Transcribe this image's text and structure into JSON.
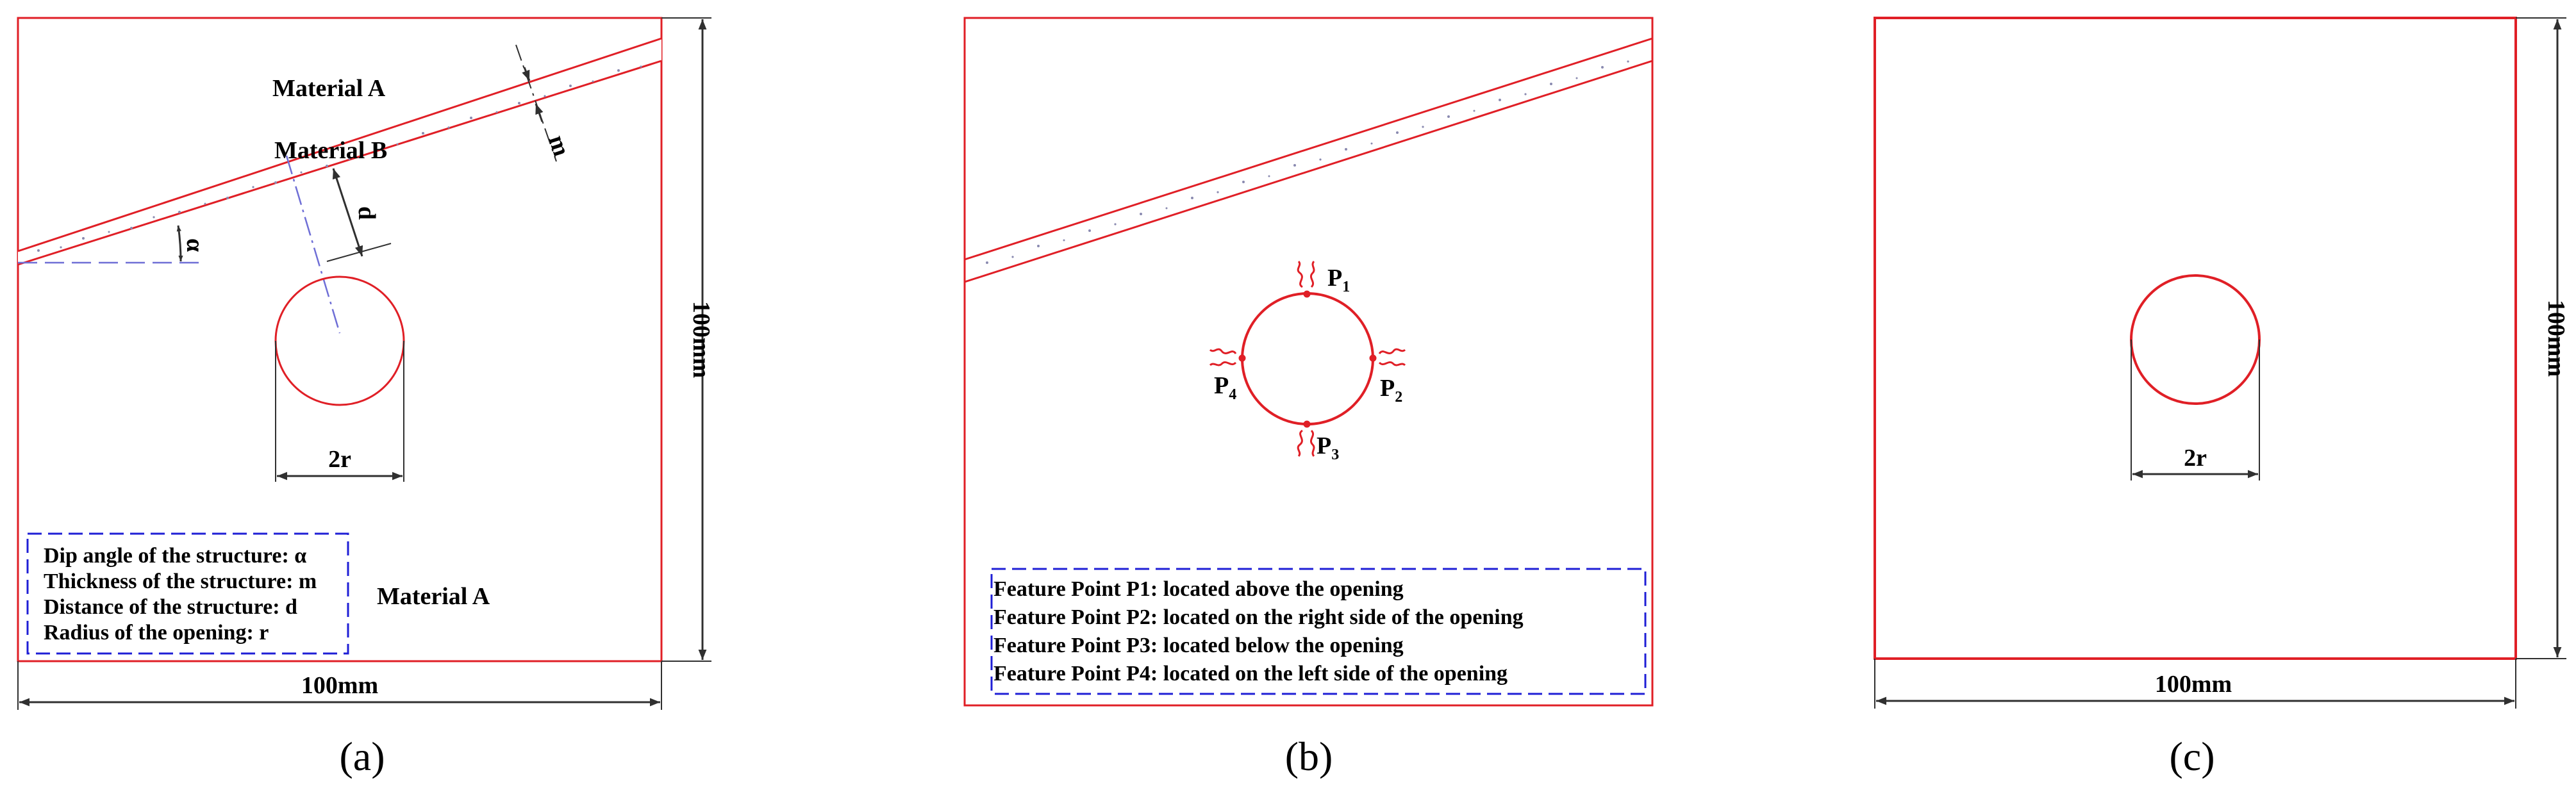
{
  "colors": {
    "boundary": "#e01f26",
    "dimension": "#303030",
    "legend_box": "#1f1fd6",
    "guide": "#6f6fd6",
    "text": "#000000"
  },
  "panel_a": {
    "caption": "(a)",
    "material_a_top": "Material A",
    "material_b": "Material B",
    "material_a_bottom": "Material A",
    "label_m": "m",
    "label_d": "d",
    "label_alpha": "α",
    "label_2r": "2r",
    "width_label": "100mm",
    "height_label": "100mm",
    "legend": [
      "Dip angle of the structure: α",
      "Thickness of the structure: m",
      "Distance of the structure: d",
      "Radius of the opening: r"
    ]
  },
  "panel_b": {
    "caption": "(b)",
    "points": [
      {
        "letter": "P",
        "index": "1"
      },
      {
        "letter": "P",
        "index": "2"
      },
      {
        "letter": "P",
        "index": "3"
      },
      {
        "letter": "P",
        "index": "4"
      }
    ],
    "legend": [
      "Feature Point P1: located above the opening",
      "Feature Point P2: located on the right side of the opening",
      "Feature Point P3: located below the opening",
      "Feature Point P4: located on the left side of the opening"
    ]
  },
  "panel_c": {
    "caption": "(c)",
    "label_2r": "2r",
    "width_label": "100mm",
    "height_label": "100mm"
  }
}
